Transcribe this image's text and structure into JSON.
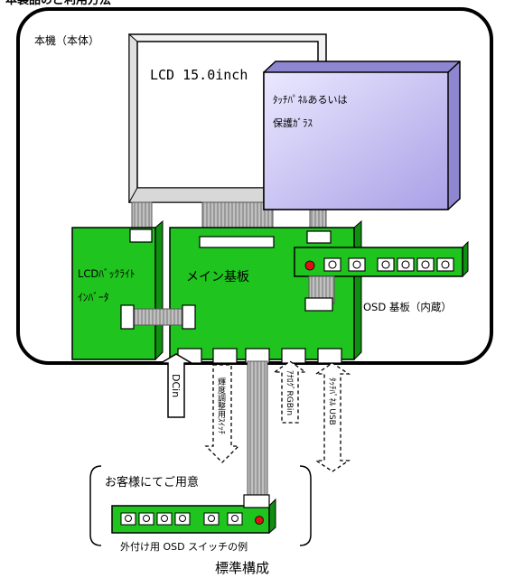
{
  "header_text": "本製品のご利用方法",
  "unit_label": "本機（本体）",
  "lcd_label": "LCD 15.0inch",
  "touch_panel_label_line1": "ﾀｯﾁﾊﾟﾈﾙあるいは",
  "touch_panel_label_line2": "保護ｶﾞﾗｽ",
  "inverter_label_line1": "LCDﾊﾞｯｸﾗｲﾄ",
  "inverter_label_line2": "ｲﾝﾊﾞｰﾀ",
  "main_board_label": "メイン基板",
  "osd_board_label": "OSD 基板（内蔵）",
  "dc_in_label": "DCin",
  "brightness_switch_label": "輝度調整用ｽｲｯﾁ",
  "analog_rgb_label": "ｱﾅﾛｸﾞRGBin",
  "touch_usb_label": "ﾀｯﾁﾊﾟﾈﾙ USB",
  "customer_prepare_label": "お客様にてご用意",
  "external_osd_label": "外付け用 OSD スイッチの例",
  "caption": "標準構成",
  "colors": {
    "board_green": "#1fc41f",
    "board_dark_green": "#0f8f0f",
    "touch_panel_purple": "#c4bef0",
    "led_red": "#e01010",
    "cable_gray": "#b8b8b8",
    "frame_black": "#000000"
  }
}
